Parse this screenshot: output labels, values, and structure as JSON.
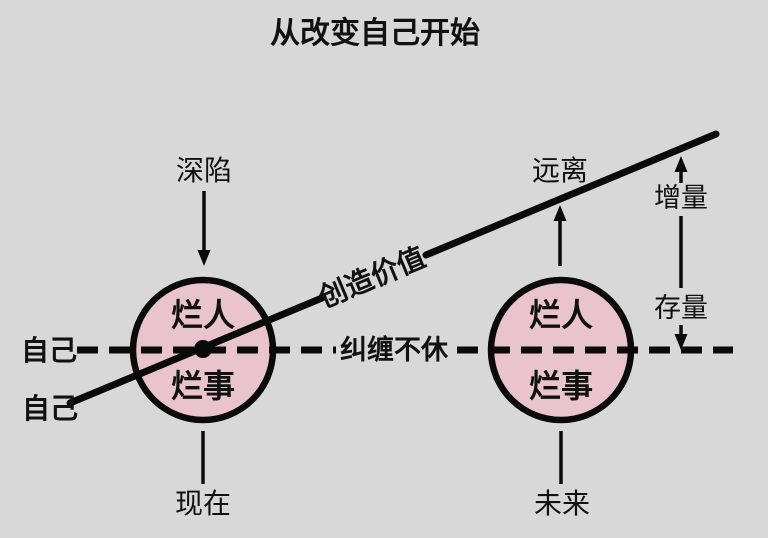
{
  "title": "从改变自己开始",
  "colors": {
    "background": "#d8d8d8",
    "circle_fill": "#e9c3ce",
    "line": "#0a0a0a"
  },
  "axis": {
    "upper_label": "自己",
    "lower_label": "自己"
  },
  "lines": {
    "diagonal_label": "创造价值",
    "dashed_label": "纠缠不休"
  },
  "left_section": {
    "top_label": "深陷",
    "circle_top": "烂人",
    "circle_bottom": "烂事",
    "bottom_label": "现在"
  },
  "right_section": {
    "top_label": "远离",
    "circle_top": "烂人",
    "circle_bottom": "烂事",
    "bottom_label": "未来",
    "increment_label": "增量",
    "stock_label": "存量"
  }
}
